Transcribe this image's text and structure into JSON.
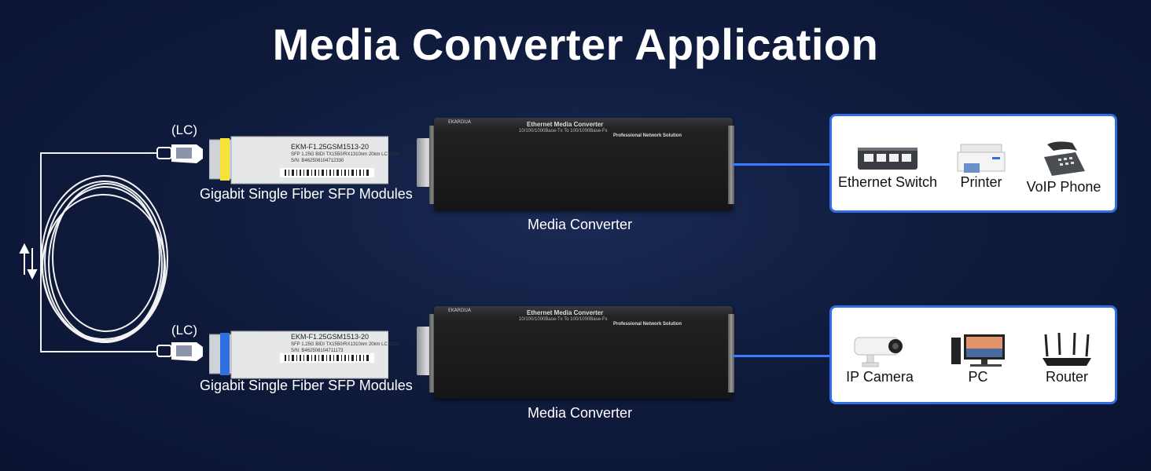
{
  "title": "Media Converter Application",
  "lc_label": "(LC)",
  "sfp_modules": [
    {
      "label": "Gigabit Single Fiber SFP Modules",
      "model": "EKM-F1.25GSM1513-20",
      "spec": "SFP 1.25G BIDI TX1550/RX1310nm 20km LC DDM",
      "serial": "S/N: B462508104712330",
      "latch_color": "#f5e33a"
    },
    {
      "label": "Gigabit Single Fiber SFP Modules",
      "model": "EKM-F1.25GSM1513-20",
      "spec": "SFP 1.25G BIDI TX1550/RX1310nm 20km LC DDM",
      "serial": "S/N: B462508104711173",
      "latch_color": "#2f6fe0"
    }
  ],
  "converters": [
    {
      "label": "Media Converter",
      "brand": "EKARDUA",
      "line1": "Ethernet Media Converter",
      "line2": "10/100/1000Base-Tx To 100/1000Base-Fx",
      "line3": "Professional Network Solution"
    },
    {
      "label": "Media Converter",
      "brand": "EKARDUA",
      "line1": "Ethernet Media Converter",
      "line2": "10/100/1000Base-Tx To 100/1000Base-Fx",
      "line3": "Professional Network Solution"
    }
  ],
  "panels": [
    {
      "devices": [
        {
          "label": "Ethernet Switch",
          "icon": "ethernet-switch-icon"
        },
        {
          "label": "Printer",
          "icon": "printer-icon"
        },
        {
          "label": "VoIP Phone",
          "icon": "voip-phone-icon"
        }
      ]
    },
    {
      "devices": [
        {
          "label": "IP Camera",
          "icon": "ip-camera-icon"
        },
        {
          "label": "PC",
          "icon": "pc-icon"
        },
        {
          "label": "Router",
          "icon": "router-icon"
        }
      ]
    }
  ],
  "colors": {
    "accent": "#2f6fe0",
    "background": "#101c3e",
    "link": "#3a7bff"
  }
}
